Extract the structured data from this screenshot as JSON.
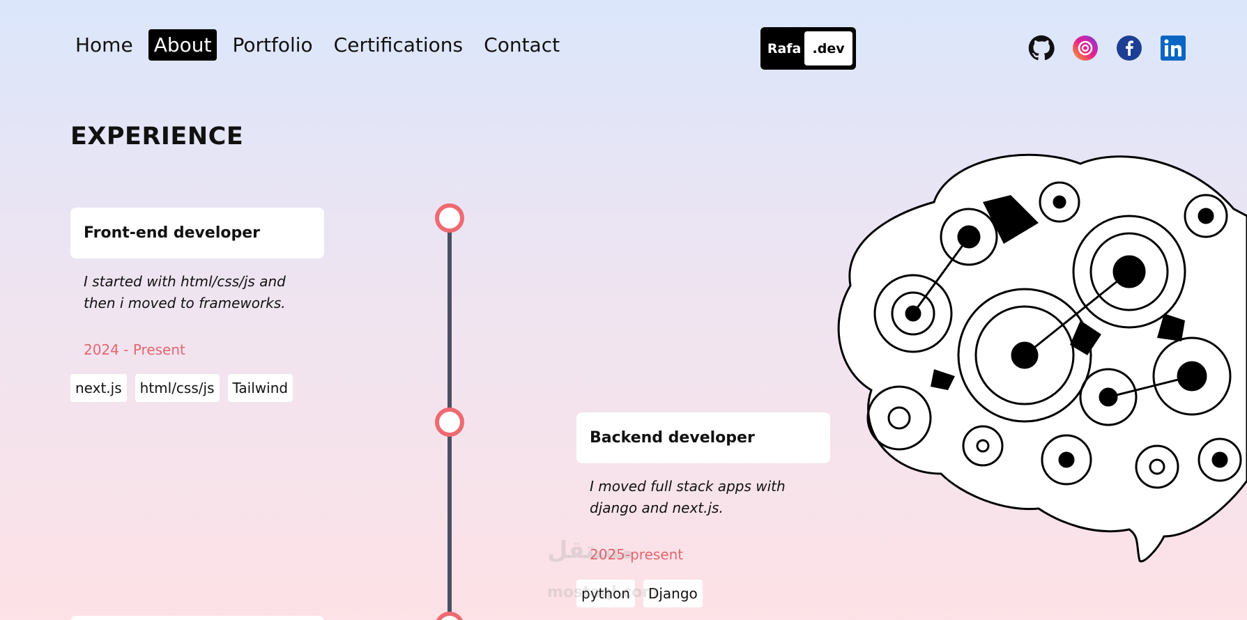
{
  "nav": {
    "items": [
      {
        "label": "Home",
        "active": false
      },
      {
        "label": "About",
        "active": true
      },
      {
        "label": "Portfolio",
        "active": false
      },
      {
        "label": "Certifications",
        "active": false
      },
      {
        "label": "Contact",
        "active": false
      }
    ]
  },
  "logo": {
    "left": "Rafa",
    "right": ".dev"
  },
  "socials": [
    "github-icon",
    "instagram-icon",
    "facebook-icon",
    "linkedin-icon"
  ],
  "section": {
    "title": "EXPERIENCE"
  },
  "experience": [
    {
      "title": "Front-end developer",
      "description_line1": "I started with html/css/js and",
      "description_line2": "then i moved to frameworks.",
      "date": "2024 - Present",
      "tags": [
        "next.js",
        "html/css/js",
        "Tailwind"
      ]
    },
    {
      "title": "Backend developer",
      "description_line1": "I moved full stack apps with",
      "description_line2": "django and next.js.",
      "date": "2025-present",
      "tags": [
        "python",
        "Django"
      ]
    }
  ],
  "colors": {
    "accent": "#ee6a72",
    "timeline": "#4a5064"
  },
  "watermark": {
    "top": "مستقل",
    "bottom": "mostaql.com"
  }
}
